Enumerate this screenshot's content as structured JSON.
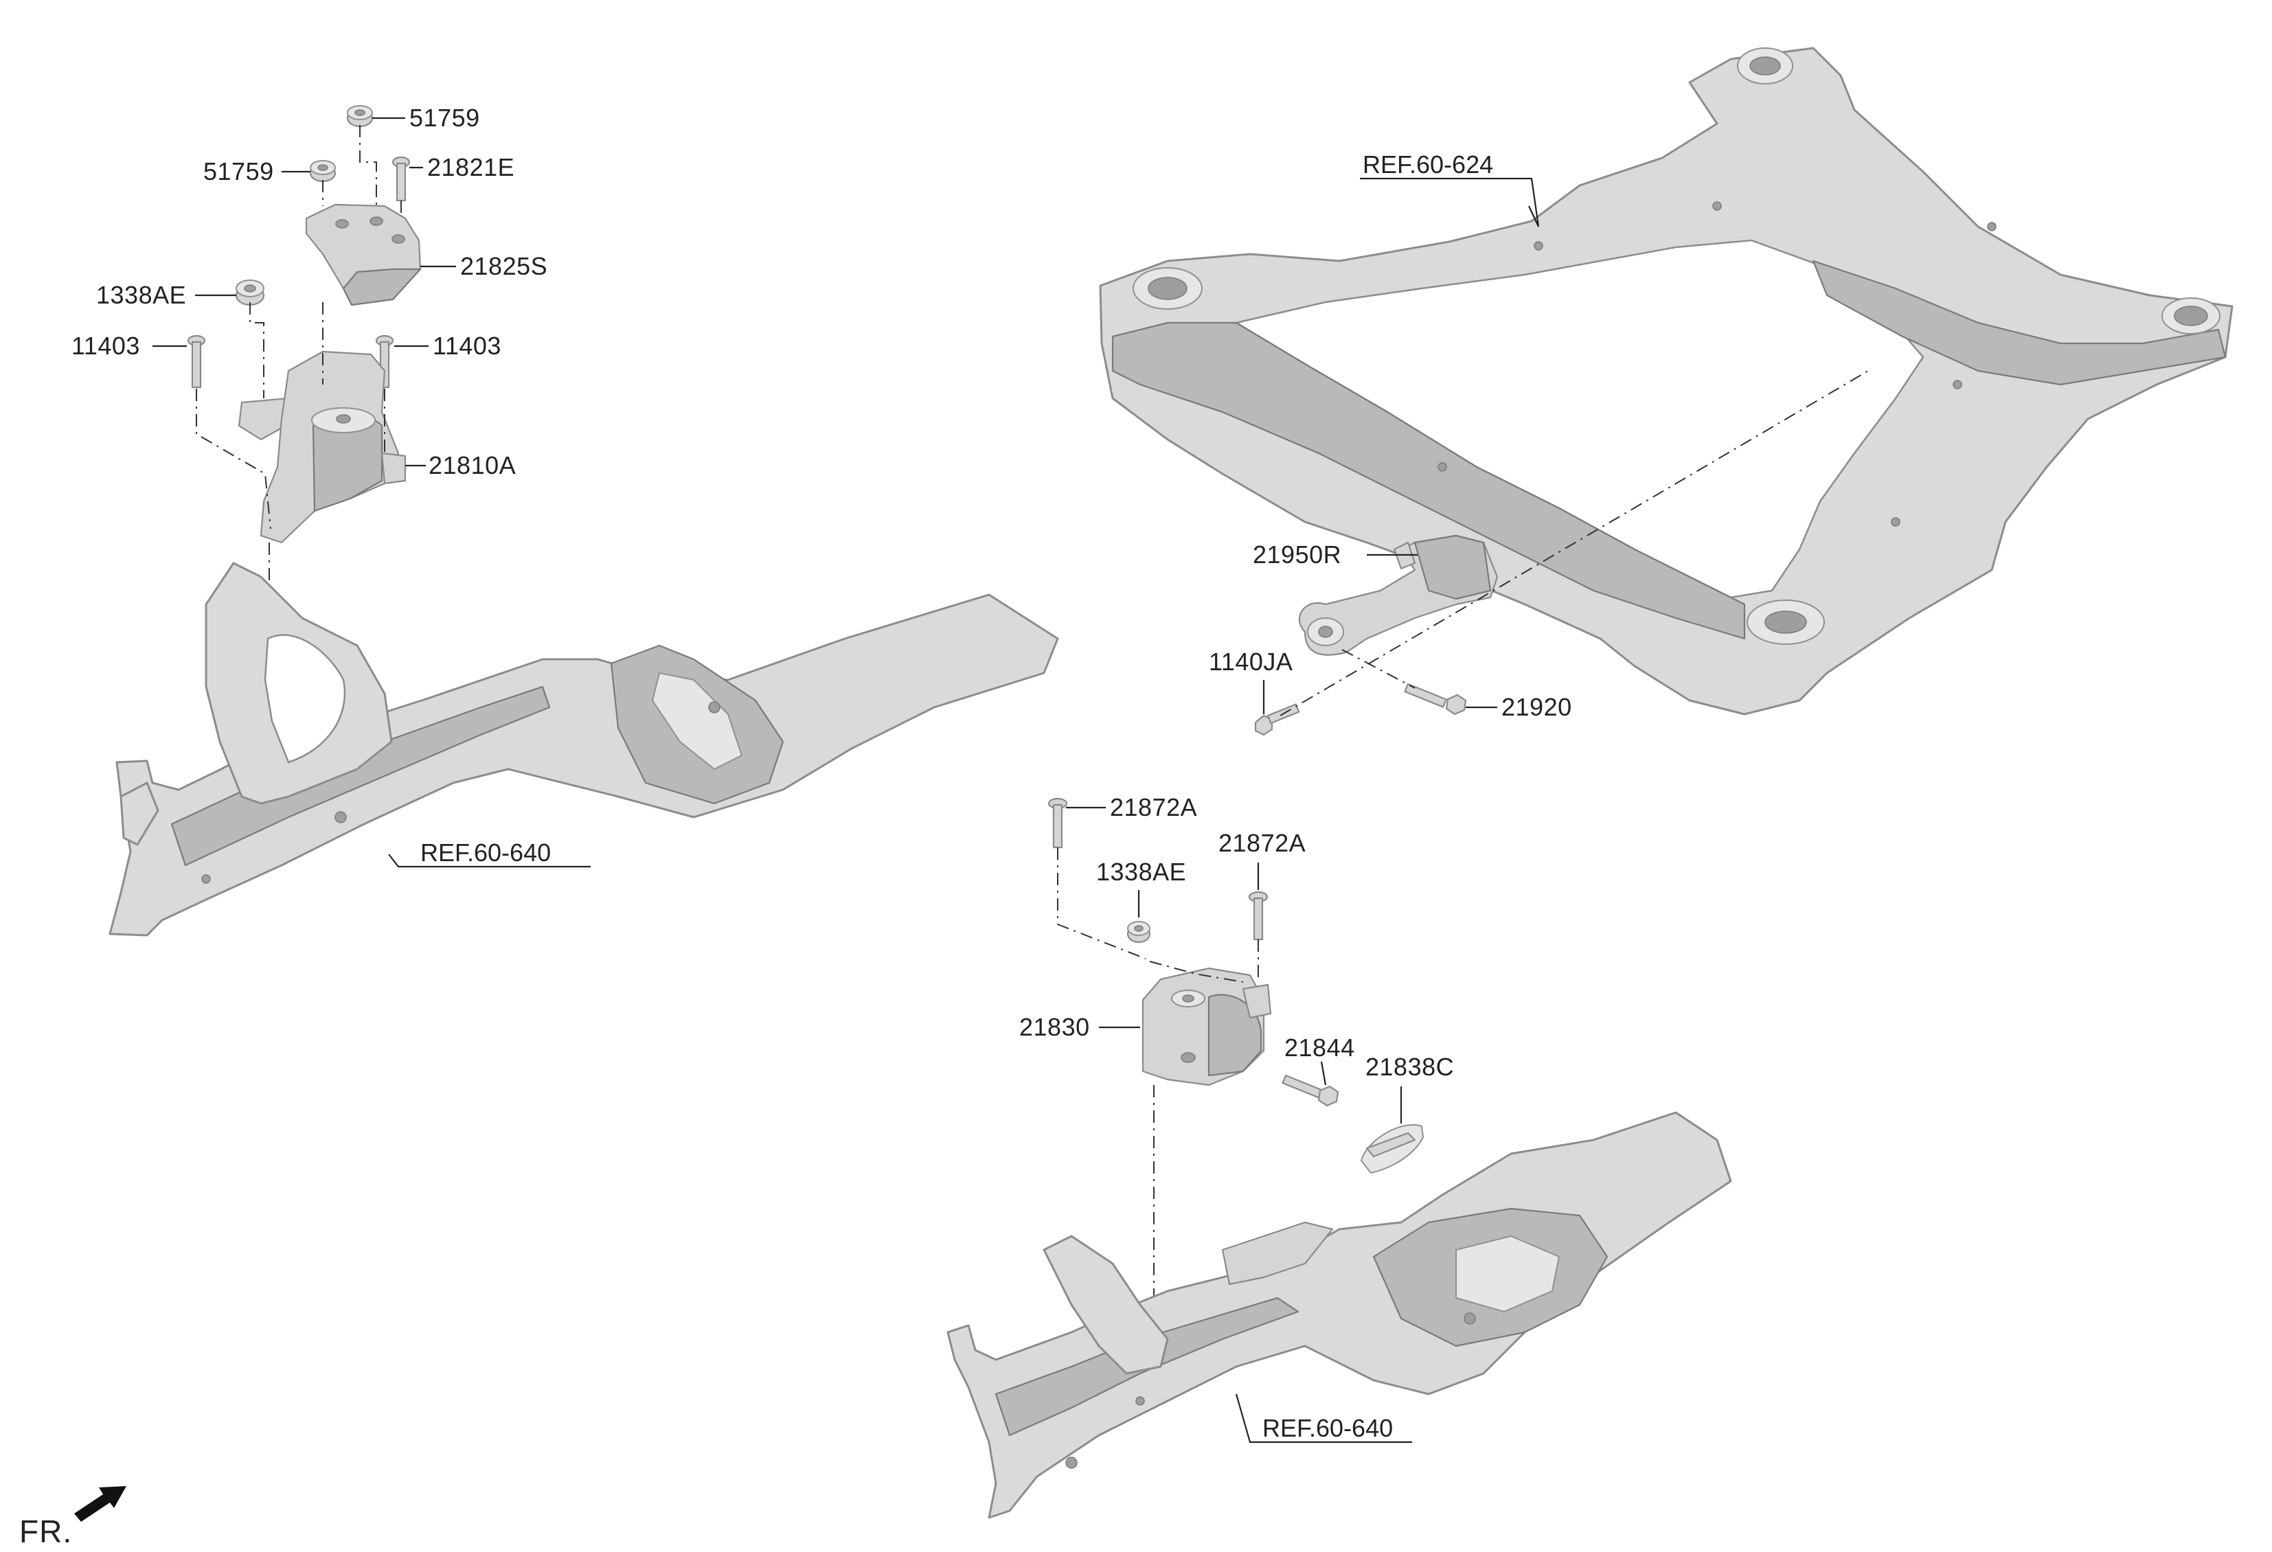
{
  "callouts": {
    "c51759_top": "51759",
    "c51759_left": "51759",
    "c21821E": "21821E",
    "c21825S": "21825S",
    "c1338AE_top": "1338AE",
    "c11403_left": "11403",
    "c11403_right": "11403",
    "c21810A": "21810A",
    "c21950R": "21950R",
    "c1140JA": "1140JA",
    "c21920": "21920",
    "c21872A_left": "21872A",
    "c21872A_right": "21872A",
    "c1338AE_bottom": "1338AE",
    "c21830": "21830",
    "c21844": "21844",
    "c21838C": "21838C"
  },
  "references": {
    "subframe": "REF.60-624",
    "rail_left": "REF.60-640",
    "rail_right": "REF.60-640"
  },
  "orientation": {
    "label": "FR.",
    "icon": "front-direction-arrow-icon"
  },
  "colors": {
    "part_fill": "#d5d5d5",
    "part_outline": "#8a8a8a",
    "line": "#222222"
  }
}
